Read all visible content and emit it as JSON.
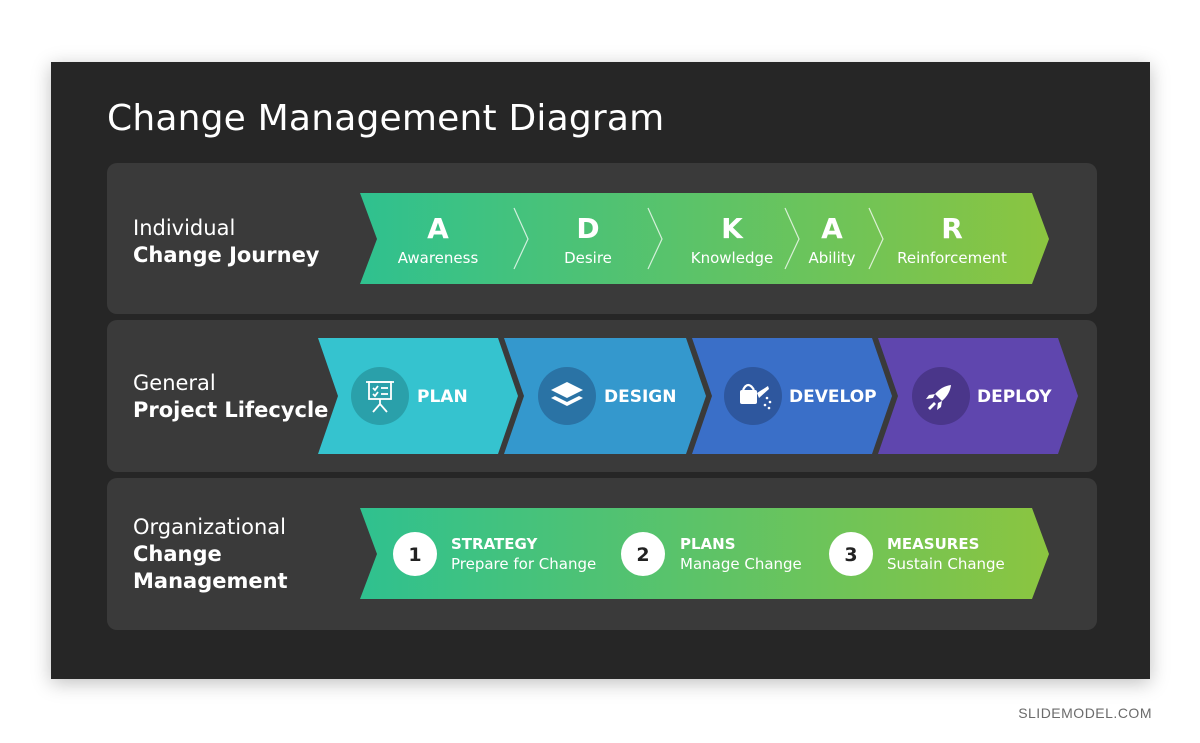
{
  "title": "Change Management Diagram",
  "footer": "SLIDEMODEL.COM",
  "rows": [
    {
      "label_light": "Individual",
      "label_bold": "Change Journey",
      "steps": [
        {
          "letter": "A",
          "label": "Awareness"
        },
        {
          "letter": "D",
          "label": "Desire"
        },
        {
          "letter": "K",
          "label": "Knowledge"
        },
        {
          "letter": "A",
          "label": "Ability"
        },
        {
          "letter": "R",
          "label": "Reinforcement"
        }
      ]
    },
    {
      "label_light": "General",
      "label_bold": "Project Lifecycle",
      "phases": [
        {
          "label": "PLAN",
          "icon": "presentation-board-icon",
          "color": "#35c3cf"
        },
        {
          "label": "DESIGN",
          "icon": "layers-icon",
          "color": "#3498cd"
        },
        {
          "label": "DEVELOP",
          "icon": "watering-can-icon",
          "color": "#3a6fc8"
        },
        {
          "label": "DEPLOY",
          "icon": "rocket-icon",
          "color": "#5f46ae"
        }
      ]
    },
    {
      "label_light": "Organizational",
      "label_bold_1": "Change",
      "label_bold_2": "Management",
      "items": [
        {
          "number": "1",
          "title": "STRATEGY",
          "subtitle": "Prepare for Change"
        },
        {
          "number": "2",
          "title": "PLANS",
          "subtitle": "Manage Change"
        },
        {
          "number": "3",
          "title": "MEASURES",
          "subtitle": "Sustain Change"
        }
      ]
    }
  ],
  "colors": {
    "gradient_start": "#2fc18f",
    "gradient_end": "#8bc540",
    "slide_bg": "#262626",
    "panel_bg": "#3a3a3a"
  }
}
